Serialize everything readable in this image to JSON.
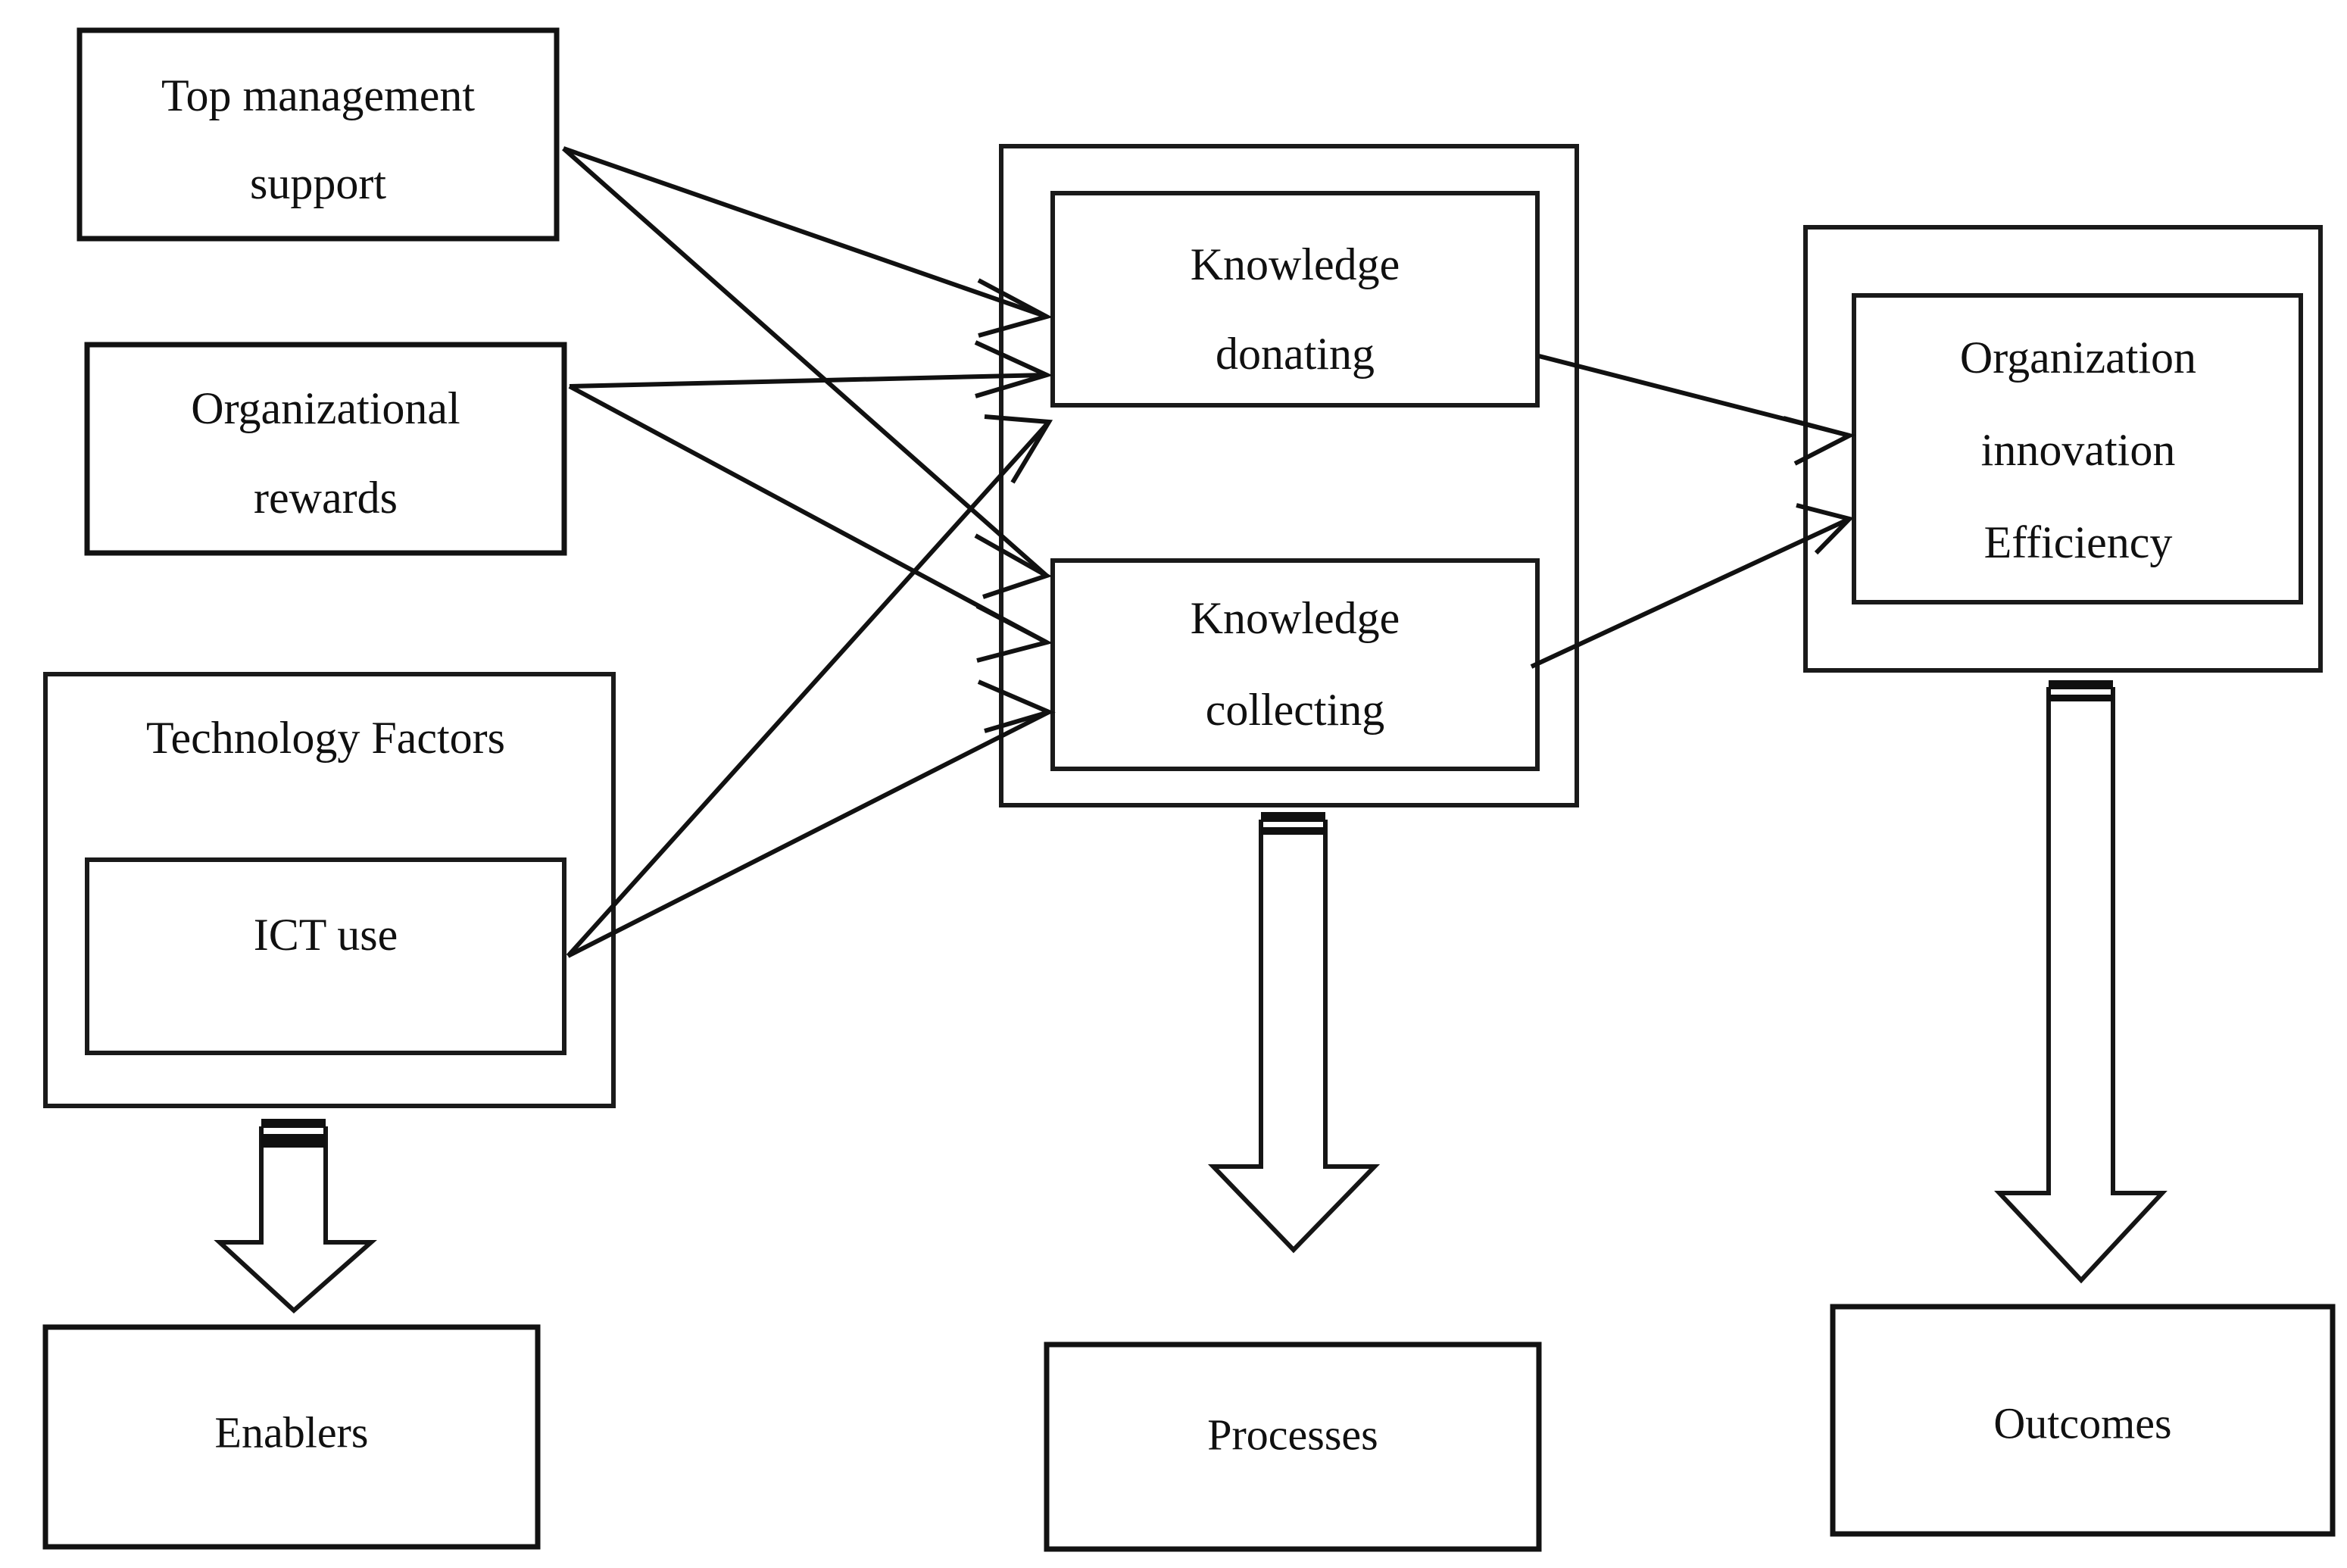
{
  "diagram": {
    "type": "flow-diagram",
    "background_color": "#ffffff",
    "line_color": "#111111",
    "text_color": "#101010"
  },
  "nodes": {
    "top_management_support": {
      "label_line1": "Top management",
      "label_line2": "support"
    },
    "organizational_rewards": {
      "label_line1": "Organizational",
      "label_line2": "rewards"
    },
    "technology_factors": {
      "label": "Technology Factors"
    },
    "ict_use": {
      "label": "ICT use"
    },
    "knowledge_donating": {
      "label_line1": "Knowledge",
      "label_line2": "donating"
    },
    "knowledge_collecting": {
      "label_line1": "Knowledge",
      "label_line2": "collecting"
    },
    "organization_innovation_efficiency": {
      "label_line1": "Organization",
      "label_line2": "innovation",
      "label_line3": "Efficiency"
    }
  },
  "category_labels": {
    "enablers": "Enablers",
    "processes": "Processes",
    "outcomes": "Outcomes"
  },
  "connections": [
    {
      "from": "top_management_support",
      "to": "knowledge_donating"
    },
    {
      "from": "top_management_support",
      "to": "knowledge_collecting"
    },
    {
      "from": "organizational_rewards",
      "to": "knowledge_donating"
    },
    {
      "from": "organizational_rewards",
      "to": "knowledge_collecting"
    },
    {
      "from": "ict_use",
      "to": "knowledge_donating"
    },
    {
      "from": "ict_use",
      "to": "knowledge_collecting"
    },
    {
      "from": "knowledge_donating",
      "to": "organization_innovation_efficiency"
    },
    {
      "from": "knowledge_collecting",
      "to": "organization_innovation_efficiency"
    },
    {
      "from": "technology_factors_group",
      "to": "enablers"
    },
    {
      "from": "knowledge_processes_group",
      "to": "processes"
    },
    {
      "from": "organization_innovation_group",
      "to": "outcomes"
    }
  ]
}
